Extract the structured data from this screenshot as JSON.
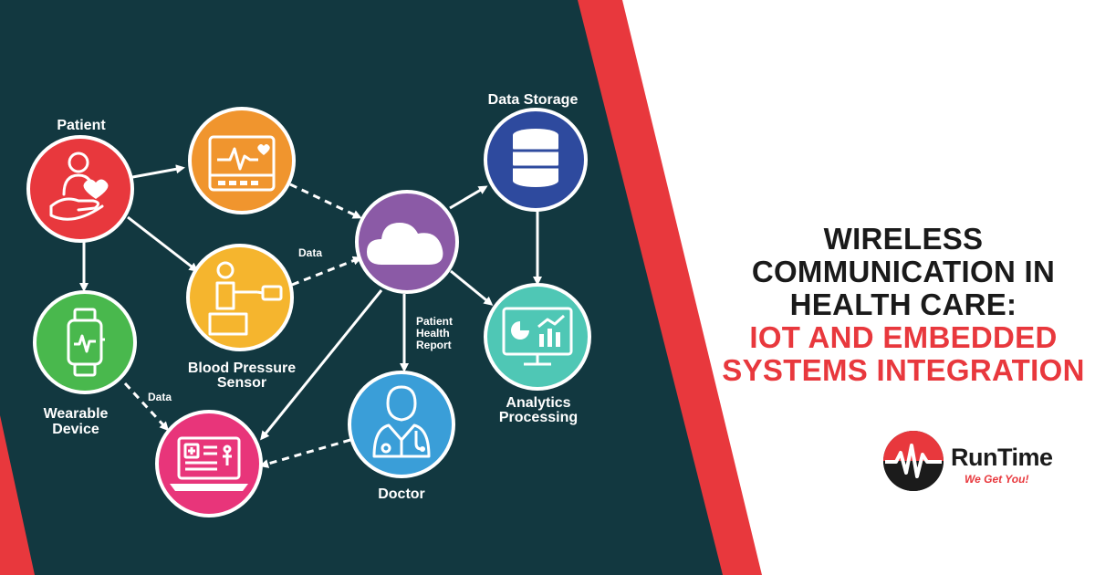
{
  "nodes": {
    "patient": {
      "label": "Patient",
      "color": "#e8383d"
    },
    "monitor": {
      "color": "#f0952e"
    },
    "bp_sensor": {
      "label_line1": "Blood Pressure",
      "label_line2": "Sensor",
      "color": "#f5b52e"
    },
    "wearable": {
      "label_line1": "Wearable",
      "label_line2": "Device",
      "color": "#49b84d"
    },
    "laptop": {
      "color": "#e8357a"
    },
    "cloud": {
      "color": "#8b5aa6"
    },
    "data_storage": {
      "label": "Data Storage",
      "color": "#2e4a9e"
    },
    "analytics": {
      "label_line1": "Analytics",
      "label_line2": "Processing",
      "color": "#4fc7b5"
    },
    "doctor": {
      "label": "Doctor",
      "color": "#3a9ed8"
    }
  },
  "edges": {
    "bp_to_cloud_label": "Data",
    "wearable_to_laptop_label": "Data",
    "cloud_to_doctor_label_line1": "Patient",
    "cloud_to_doctor_label_line2": "Health",
    "cloud_to_doctor_label_line3": "Report"
  },
  "headline": {
    "line1": "WIRELESS",
    "line2": "COMMUNICATION IN",
    "line3": "HEALTH CARE:",
    "line4": "IOT AND EMBEDDED",
    "line5": "SYSTEMS INTEGRATION"
  },
  "logo": {
    "name": "RunTime",
    "tagline": "We Get You!"
  },
  "colors": {
    "panel": "#123840",
    "accent_red": "#e8383d",
    "headline_dark": "#1a1a1a"
  }
}
